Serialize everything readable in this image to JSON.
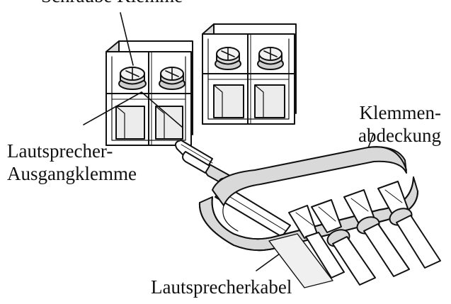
{
  "diagram": {
    "labels": {
      "top_cut": "Schraube Klemme",
      "cover_line1": "Klemmen-",
      "cover_line2": "abdeckung",
      "terminal_line1": "Lautsprecher-",
      "terminal_line2": "Ausgangklemme",
      "cable": "Lautsprecherkabel"
    },
    "colors": {
      "line": "#111111",
      "fill": "#ffffff",
      "shade": "#d9d9d9",
      "shade_dark": "#b5b5b5"
    }
  }
}
